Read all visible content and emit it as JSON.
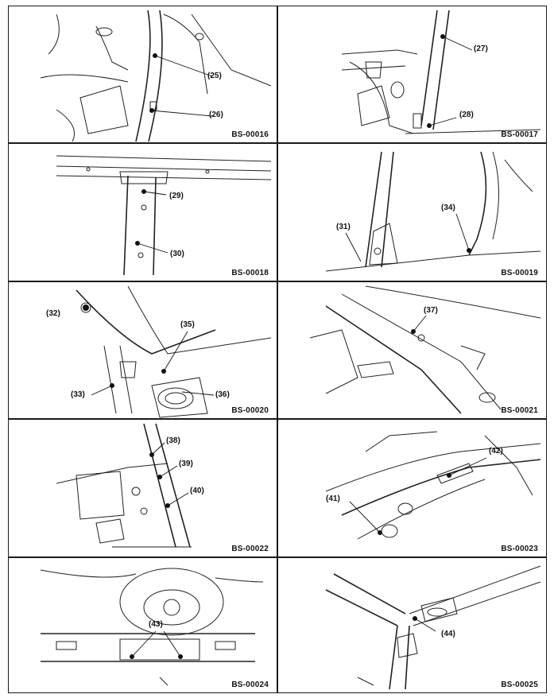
{
  "panels": [
    {
      "code": "BS-00016",
      "callouts": [
        "(25)",
        "(26)"
      ]
    },
    {
      "code": "BS-00017",
      "callouts": [
        "(27)",
        "(28)"
      ]
    },
    {
      "code": "BS-00018",
      "callouts": [
        "(29)",
        "(30)"
      ]
    },
    {
      "code": "BS-00019",
      "callouts": [
        "(31)",
        "(34)"
      ]
    },
    {
      "code": "BS-00020",
      "callouts": [
        "(32)",
        "(35)",
        "(33)",
        "(36)"
      ]
    },
    {
      "code": "BS-00021",
      "callouts": [
        "(37)"
      ]
    },
    {
      "code": "BS-00022",
      "callouts": [
        "(38)",
        "(39)",
        "(40)"
      ]
    },
    {
      "code": "BS-00023",
      "callouts": [
        "(42)",
        "(41)"
      ]
    },
    {
      "code": "BS-00024",
      "callouts": [
        "(43)"
      ]
    },
    {
      "code": "BS-00025",
      "callouts": [
        "(44)"
      ]
    }
  ]
}
